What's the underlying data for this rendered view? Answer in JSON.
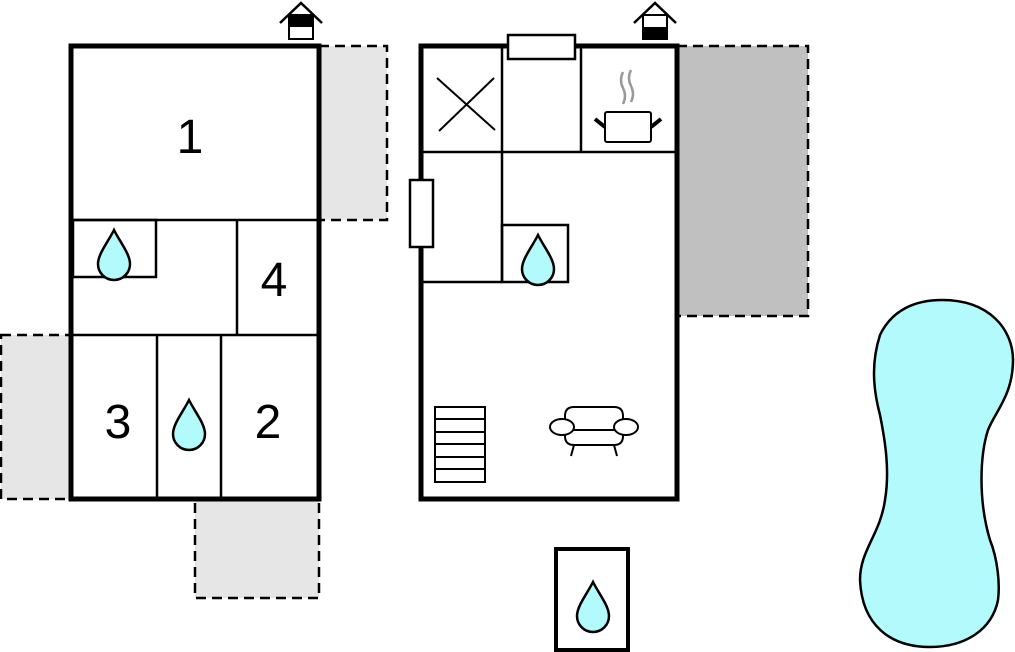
{
  "rooms": {
    "r1": "1",
    "r2": "2",
    "r3": "3",
    "r4": "4"
  },
  "colors": {
    "water": "#b3fafc",
    "terrace_light": "#e6e6e6",
    "terrace_dark": "#c0c0c0",
    "wall": "#000000"
  }
}
